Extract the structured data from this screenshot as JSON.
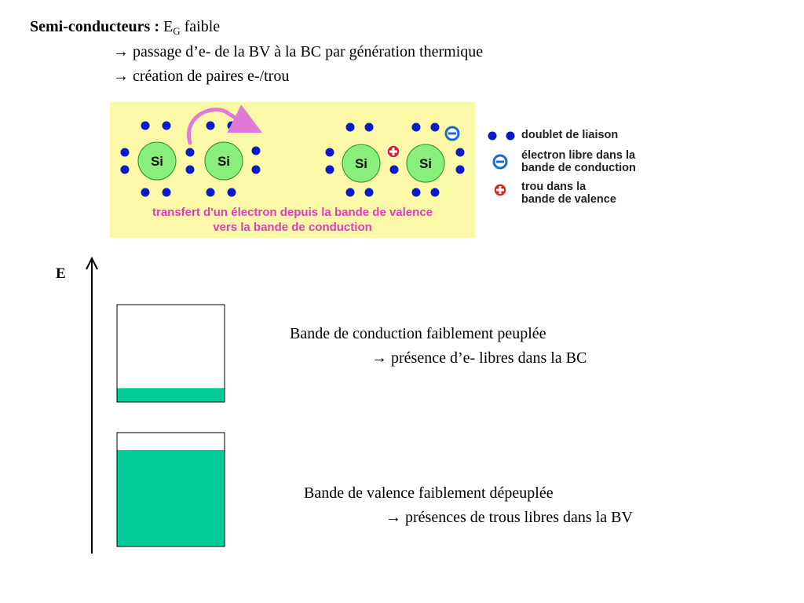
{
  "heading": {
    "bold": "Semi-conducteurs :",
    "symbol": "E",
    "subscript": "G",
    "rest": "faible"
  },
  "arrow_glyph": "→",
  "lines": [
    "passage d’e- de la BV à la BC par génération thermique",
    "création de paires e-/trou"
  ],
  "figure": {
    "atom_label": "Si",
    "caption": [
      "transfert d'un électron depuis la bande de valence",
      "vers la bande de conduction"
    ]
  },
  "legend": {
    "doublet": "doublet de liaison",
    "electron": [
      "électron libre dans la",
      "bande de conduction"
    ],
    "hole": [
      "trou dans la",
      "bande de valence"
    ]
  },
  "energy_axis_label": "E",
  "conduction_band": {
    "line1": "Bande de conduction faiblement peuplée",
    "line2": "présence d’e- libres dans la BC",
    "fill_fraction": 0.14
  },
  "valence_band": {
    "line1": "Bande de valence  faiblement dépeuplée",
    "line2": "présences de trous libres dans la BV",
    "fill_fraction": 0.85
  },
  "colors": {
    "band_fill": "#00cc99",
    "dot": "#0a1ac8",
    "atom": "#88f07a",
    "caption": "#e03cbd",
    "arrow": "#e07ad6",
    "figure_bg": "#fbf9a8",
    "hole": "#e02020"
  }
}
